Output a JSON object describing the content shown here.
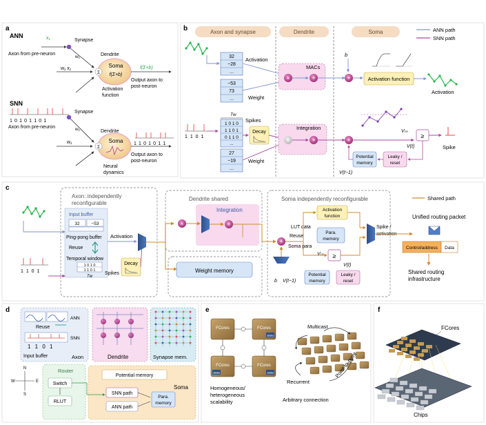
{
  "panel_a": {
    "letter": "a",
    "ann_label": "ANN",
    "snn_label": "SNN",
    "x1": "x₁",
    "w1": "w₁",
    "w1x1": "w₁ x₁",
    "synapse": "Synapse",
    "axon_from": "Axon from pre-neuron",
    "dendrite": "Dendrite",
    "soma": "Soma",
    "sigma": "Σ",
    "f_expr": "f(Σ+b)",
    "activation_function": [
      "Activation",
      "function"
    ],
    "output_axon": [
      "Output axon to",
      "post-neuron"
    ],
    "spike_bits_in": "1 0 1 0 1 1 0 1",
    "spike_bits_out": "1 1 0 1 0 1 1",
    "neural_dynamics": [
      "Neural",
      "dynamics"
    ]
  },
  "panel_b": {
    "letter": "b",
    "col_axon": "Axon and synapse",
    "col_dendrite": "Dendrite",
    "col_soma": "Soma",
    "legend_ann": "ANN path",
    "legend_snn": "SNN path",
    "act_values": [
      "32",
      "−28",
      "..."
    ],
    "weight_values": [
      "−53",
      "73",
      "..."
    ],
    "activation": "Activation",
    "weight": "Weight",
    "macs": "MACs",
    "b": "b",
    "activation_function": "Activation function",
    "activation_out": "Activation",
    "spikes_in": "1 1 0 1",
    "tw": "Tᴡ",
    "spikes_label": "Spikes",
    "spike_rows": [
      "1 0 1 0",
      "1 1 0 1",
      "0 1 1 0",
      "..."
    ],
    "decay": "Decay",
    "snn_weights": [
      "27",
      "−19",
      "..."
    ],
    "weight2": "Weight",
    "integration": "Integration",
    "vth": "Vₜₕ",
    "vt": "V(t)",
    "vt1": "V(t−1)",
    "potential_memory": [
      "Potential",
      "memory"
    ],
    "leaky_reset": [
      "Leaky /",
      "reset"
    ],
    "spike_out": "Spike"
  },
  "panel_c": {
    "letter": "c",
    "axon_title": [
      "Axon: independently",
      "reconfigurable"
    ],
    "input_buffer": "Input buffer",
    "buf_vals": [
      "32",
      "−53",
      "..."
    ],
    "pingpong": "Ping-pong buffer",
    "reuse": "Reuse",
    "temporal_window": "Temporal window",
    "tw_rows": [
      "1 0 1 0",
      "1 1 0 1"
    ],
    "tw_label": "Tᴡ",
    "activation": "Activation",
    "spikes": "Spikes",
    "decay": "Decay",
    "spikes_in": "1 1 0 1",
    "dendrite_shared": "Dendrite shared",
    "integration": "Integration",
    "weight_memory": "Weight memory",
    "soma_title": "Soma independently reconfigurable",
    "lut_data": "LUT data",
    "activation_function": [
      "Activation",
      "function"
    ],
    "reuse2": "Reuse",
    "para_memory": [
      "Para.",
      "memory"
    ],
    "soma_para": "Soma para",
    "vth": "Vₜₕ",
    "vt": "V(t)",
    "b": "b",
    "vt1": "V(t−1)",
    "potential_memory": [
      "Potential",
      "memory"
    ],
    "leaky_reset": [
      "Leaky /",
      "reset"
    ],
    "spike_activation": [
      "Spike /",
      "activation"
    ],
    "shared_path": "Shared path",
    "unified_routing": "Unified routing packet",
    "control_address": "Control/address",
    "data": "Data",
    "shared_routing": [
      "Shared routing",
      "infrastructure"
    ]
  },
  "panel_d": {
    "letter": "d",
    "ann": "ANN",
    "snn": "SNN",
    "reuse": "Reuse",
    "input_buffer": "Input buffer",
    "bits": "1 1 0 1",
    "axon": "Axon",
    "dendrite": "Dendrite",
    "synapse_mem": "Synapse mem.",
    "router": "Router",
    "switch": "Switch",
    "rlut": "RLUT",
    "potential_memory": "Potential memory",
    "soma": "Soma",
    "snn_path": "SNN path",
    "ann_path": "ANN path",
    "para_memory": [
      "Para.",
      "memory"
    ],
    "compass": [
      "N",
      "W",
      "E",
      "S"
    ]
  },
  "panel_e": {
    "letter": "e",
    "fcores": "FCores",
    "ann_tag": "ANN",
    "snn_tag": "SNN",
    "multicast": "Multicast",
    "recurrent": "Recurrent",
    "point_to_point": "Point-to-point",
    "homogeneous": [
      "Homogeneous/",
      "heterogeneous",
      "scalability"
    ],
    "arbitrary": "Arbitrary connection"
  },
  "panel_f": {
    "letter": "f",
    "fcores": "FCores",
    "chips": "Chips"
  },
  "colors": {
    "ann": "#8a9bd6",
    "snn": "#b04aa0",
    "shared": "#d79a3a",
    "green": "#27b34a",
    "header": "#f3d8bf",
    "blue_fill": "#d6e6f7",
    "yellow_fill": "#fdf1b8",
    "pink_fill": "#f8d9ee"
  }
}
